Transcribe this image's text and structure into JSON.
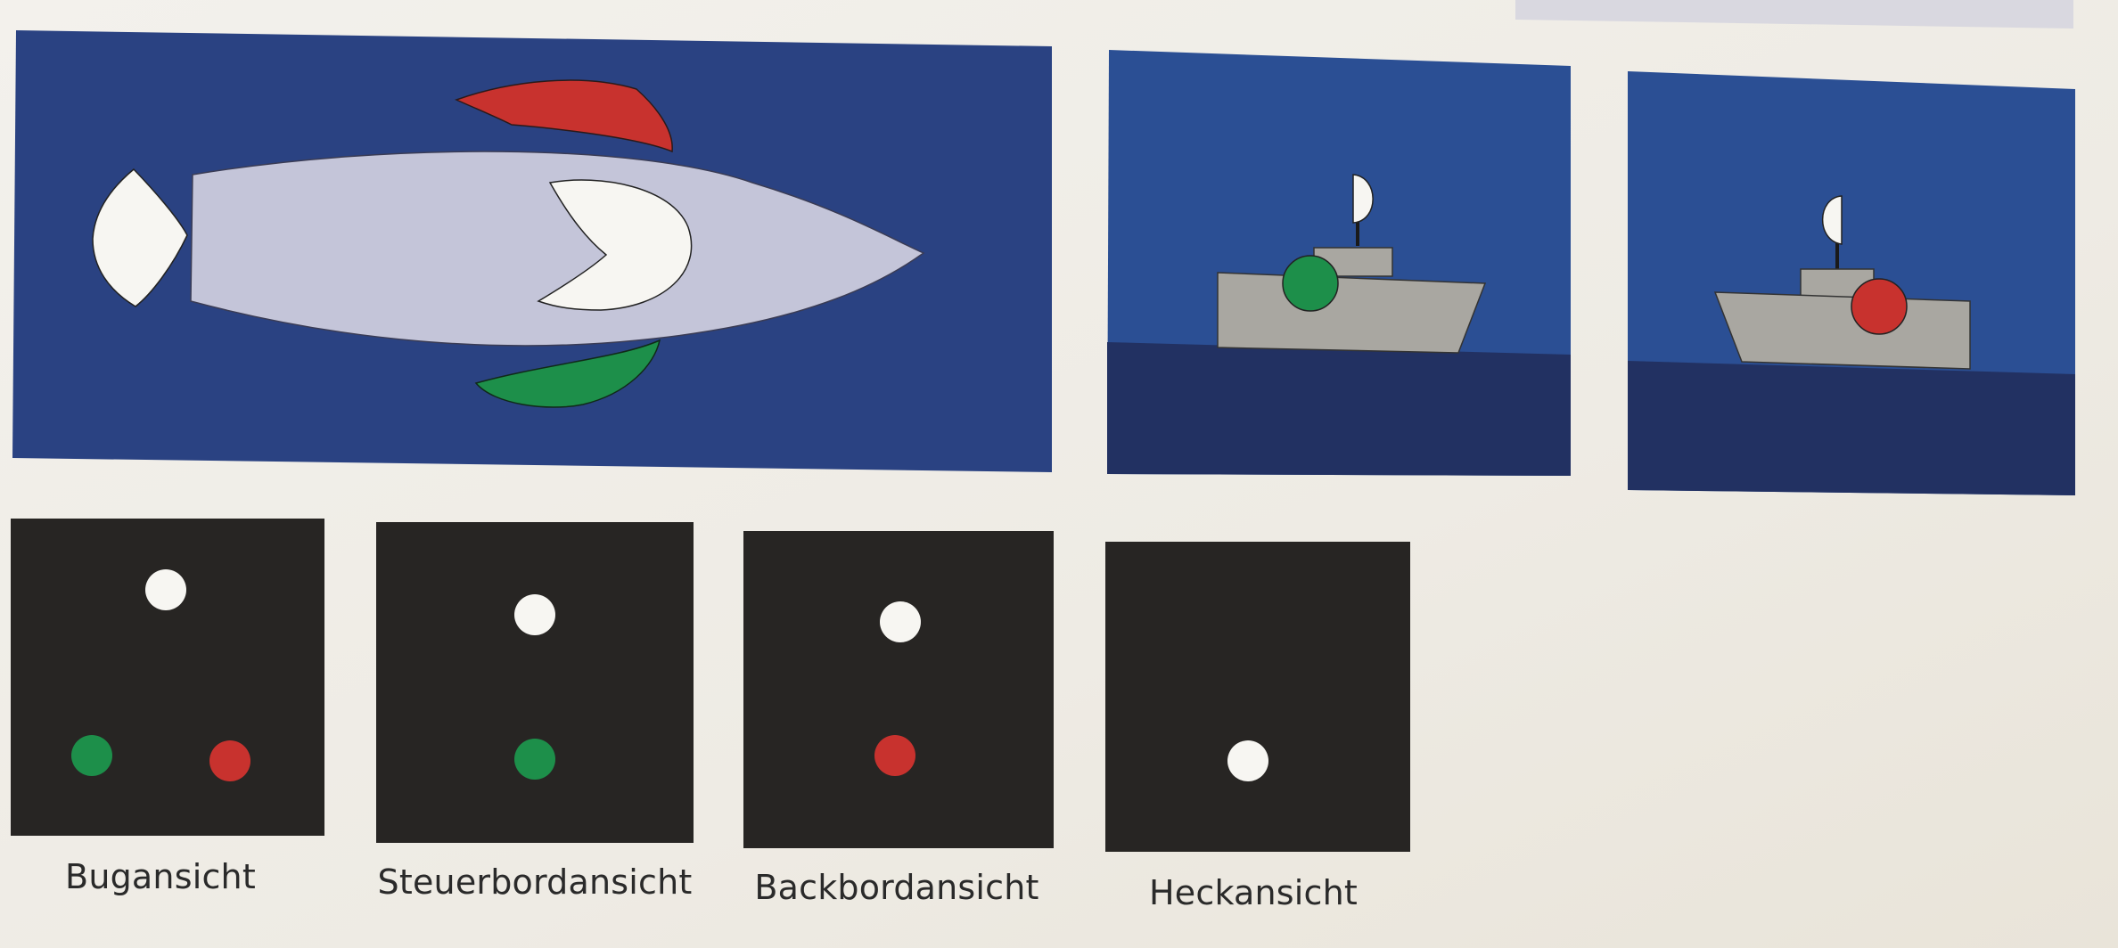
{
  "colors": {
    "page_background": "#efece6",
    "sky_blue": "#2b4f94",
    "deep_blue": "#2a4282",
    "water_dark": "#223162",
    "night_black": "#272523",
    "hull_lavender": "#c4c5d9",
    "hull_grey": "#a9a7a1",
    "light_white": "#f7f6f2",
    "sidelight_red": "#c8322e",
    "sidelight_green": "#1d8f4a"
  },
  "top_view": {
    "description_icon": "ship-top-view-with-light-sectors"
  },
  "side_views": [
    {
      "id": "starboard-side-view",
      "sidelight": "green"
    },
    {
      "id": "port-side-view",
      "sidelight": "red"
    }
  ],
  "night_views": [
    {
      "caption": "Bugansicht",
      "lights": [
        "white",
        "green",
        "red"
      ]
    },
    {
      "caption": "Steuerbordansicht",
      "lights": [
        "white",
        "green"
      ]
    },
    {
      "caption": "Backbordansicht",
      "lights": [
        "white",
        "red"
      ]
    },
    {
      "caption": "Heckansicht",
      "lights": [
        "white"
      ]
    }
  ]
}
